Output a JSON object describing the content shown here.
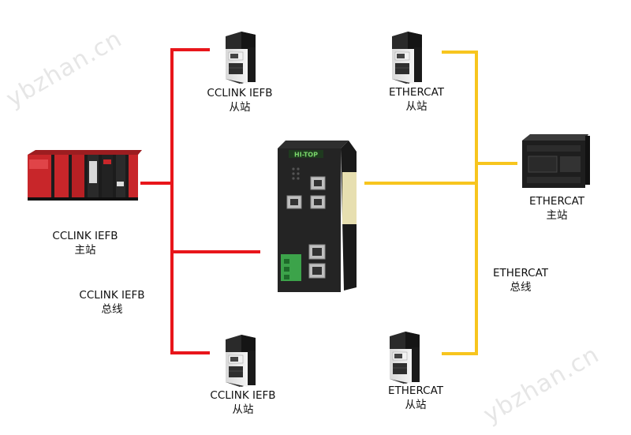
{
  "watermark": "ybzhan.cn",
  "colors": {
    "cclink_bus": "#e8161b",
    "ethercat_bus": "#f7c51e"
  },
  "nodes": {
    "cclink_master": {
      "line1": "CCLINK IEFB",
      "line2": "主站"
    },
    "cclink_slave_top": {
      "line1": "CCLINK IEFB",
      "line2": "从站"
    },
    "cclink_slave_bottom": {
      "line1": "CCLINK IEFB",
      "line2": "从站"
    },
    "ethercat_slave_top": {
      "line1": "ETHERCAT",
      "line2": "从站"
    },
    "ethercat_slave_bottom": {
      "line1": "ETHERCAT",
      "line2": "从站"
    },
    "ethercat_master": {
      "line1": "ETHERCAT",
      "line2": "主站"
    },
    "gateway": {
      "brand": "HI-TOP"
    }
  },
  "buses": {
    "cclink": {
      "line1": "CCLINK IEFB",
      "line2": "总线"
    },
    "ethercat": {
      "line1": "ETHERCAT",
      "line2": "总线"
    }
  }
}
